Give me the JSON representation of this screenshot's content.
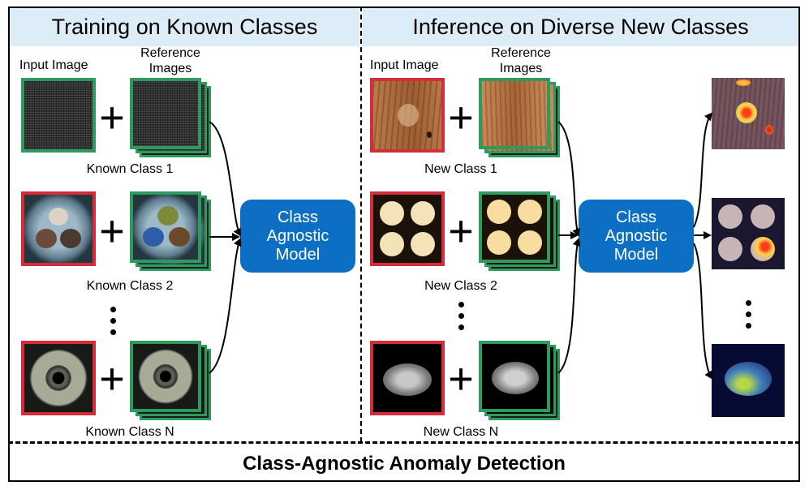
{
  "left_panel": {
    "title": "Training on Known Classes",
    "input_label": "Input Image",
    "reference_label_line1": "Reference",
    "reference_label_line2": "Images",
    "plus": "+",
    "class_labels": [
      "Known Class 1",
      "Known Class 2",
      "Known Class N"
    ],
    "model_line1": "Class",
    "model_line2": "Agnostic",
    "model_line3": "Model"
  },
  "right_panel": {
    "title": "Inference on Diverse New Classes",
    "input_label": "Input Image",
    "reference_label_line1": "Reference",
    "reference_label_line2": "Images",
    "plus": "+",
    "class_labels": [
      "New Class 1",
      "New Class 2",
      "New Class N"
    ],
    "model_line1": "Class",
    "model_line2": "Agnostic",
    "model_line3": "Model"
  },
  "footer": {
    "title": "Class-Agnostic Anomaly Detection"
  },
  "colors": {
    "banner_bg": "#dcedf8",
    "model_bg": "#0d6fc4",
    "anomalous_border": "#d62c3a",
    "normal_border": "#2f9a5d"
  }
}
